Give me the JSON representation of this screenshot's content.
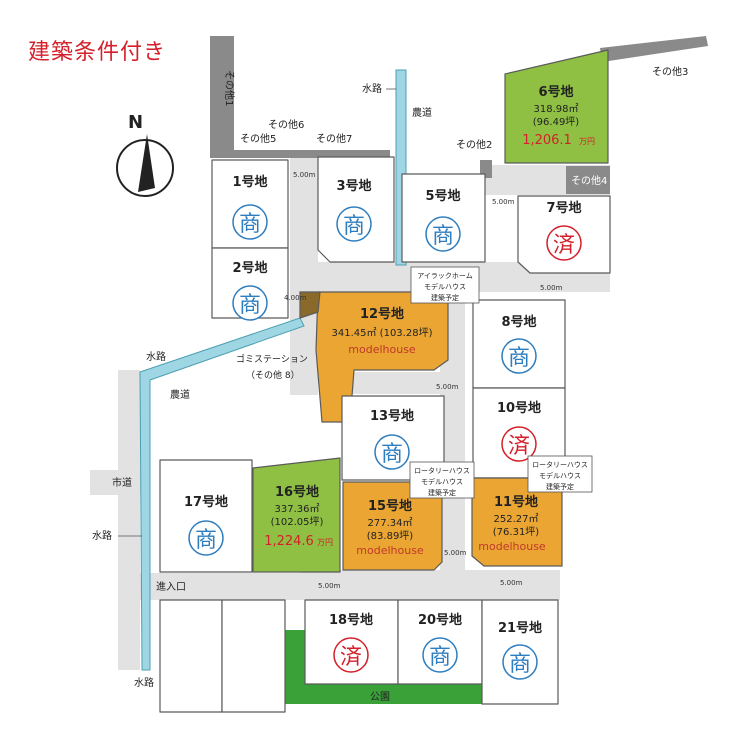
{
  "title": "建築条件付き",
  "compass_label": "N",
  "colors": {
    "road": "#e2e2e2",
    "lot_border": "#5a5a5a",
    "gray_strip": "#8a8a8a",
    "water": "#9fd6e3",
    "green_park": "#3aa038",
    "premium_green": "#8fc044",
    "model_orange": "#eaa533",
    "shou_blue": "#2e7dbf",
    "sumi_red": "#d4202a",
    "price_red": "#d4202a"
  },
  "status": {
    "shou": "商",
    "sumi": "済"
  },
  "lots": [
    {
      "id": "lot-1",
      "name": "1号地",
      "mark": "商"
    },
    {
      "id": "lot-2",
      "name": "2号地",
      "mark": "商"
    },
    {
      "id": "lot-3",
      "name": "3号地",
      "mark": "商"
    },
    {
      "id": "lot-5",
      "name": "5号地",
      "mark": "商"
    },
    {
      "id": "lot-6",
      "name": "6号地",
      "area": "318.98㎡",
      "tsubo": "(96.49坪)",
      "price": "1,206.1",
      "unit": "万円"
    },
    {
      "id": "lot-7",
      "name": "7号地",
      "mark": "済"
    },
    {
      "id": "lot-8",
      "name": "8号地",
      "mark": "商"
    },
    {
      "id": "lot-10",
      "name": "10号地",
      "mark": "済"
    },
    {
      "id": "lot-11",
      "name": "11号地",
      "area": "252.27㎡",
      "tsubo": "(76.31坪)",
      "model": "modelhouse"
    },
    {
      "id": "lot-12",
      "name": "12号地",
      "area": "341.45㎡ (103.28坪)",
      "model": "modelhouse"
    },
    {
      "id": "lot-13",
      "name": "13号地",
      "mark": "商"
    },
    {
      "id": "lot-15",
      "name": "15号地",
      "area": "277.34㎡",
      "tsubo": "(83.89坪)",
      "model": "modelhouse"
    },
    {
      "id": "lot-16",
      "name": "16号地",
      "area": "337.36㎡",
      "tsubo": "(102.05坪)",
      "price": "1,224.6",
      "unit": "万円"
    },
    {
      "id": "lot-17",
      "name": "17号地",
      "mark": "商"
    },
    {
      "id": "lot-18",
      "name": "18号地",
      "mark": "済"
    },
    {
      "id": "lot-20",
      "name": "20号地",
      "mark": "商"
    },
    {
      "id": "lot-21",
      "name": "21号地",
      "mark": "商"
    }
  ],
  "others": {
    "o1": "その他1",
    "o2": "その他2",
    "o3": "その他3",
    "o4": "その他4",
    "o5": "その他5",
    "o6": "その他6",
    "o7": "その他7"
  },
  "road_widths": {
    "w500": "5.00m",
    "w400": "4.00m"
  },
  "map_labels": {
    "waterway": "水路",
    "farm_road": "農道",
    "city_road": "市道",
    "entrance": "進入口",
    "park": "公園",
    "garbage_line1": "ゴミステーション",
    "garbage_line2": "（その他 8）"
  },
  "callouts": {
    "c12": [
      "アイラックホーム",
      "モデルハウス",
      "建築予定"
    ],
    "c15": [
      "ロータリーハウス",
      "モデルハウス",
      "建築予定"
    ],
    "c11": [
      "ロータリーハウス",
      "モデルハウス",
      "建築予定"
    ]
  }
}
